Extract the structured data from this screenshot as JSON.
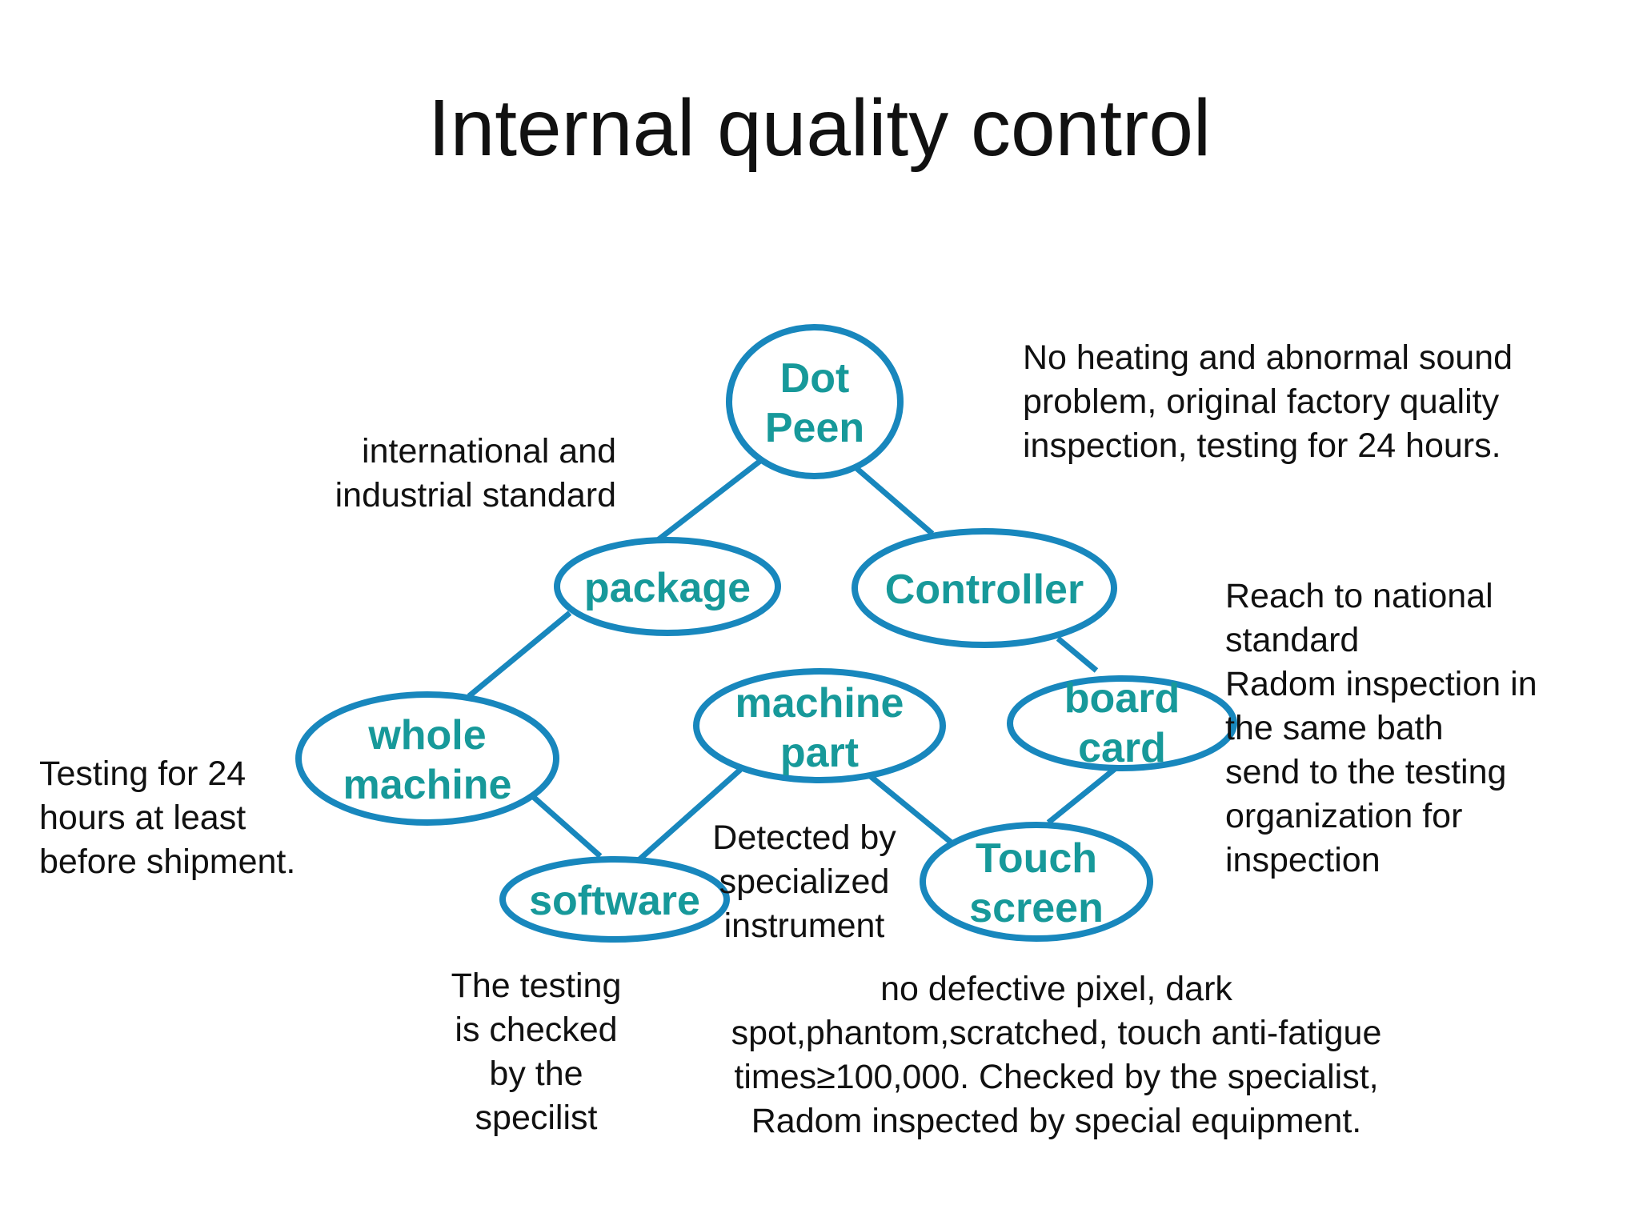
{
  "title": "Internal quality control",
  "nodes": {
    "dot_peen": [
      "Dot",
      "Peen"
    ],
    "package": [
      "package"
    ],
    "controller": [
      "Controller"
    ],
    "whole_machine": [
      "whole",
      "machine"
    ],
    "machine_part": [
      "machine",
      "part"
    ],
    "board_card": [
      "board",
      "card"
    ],
    "software": [
      "software"
    ],
    "touch_screen": [
      "Touch",
      "screen"
    ]
  },
  "notes": {
    "standard": "international and\nindustrial standard",
    "dot_peen": "No heating and abnormal sound\nproblem, original factory quality\ninspection, testing for 24 hours.",
    "board_card": "Reach to national\nstandard\nRadom inspection in\nthe same bath\nsend to the testing\norganization for\ninspection",
    "whole_machine": "Testing for 24\nhours at least\nbefore shipment.",
    "machine_part": "Detected by\nspecialized\ninstrument",
    "software": "The testing\nis checked\nby the\nspecilist",
    "touch_screen": "no defective pixel, dark\nspot,phantom,scratched, touch anti-fatigue\ntimes≥100,000. Checked by the specialist,\nRadom inspected by special equipment."
  },
  "colors": {
    "ellipse_stroke": "#1887bd",
    "label": "#17999a",
    "text": "#111111"
  }
}
